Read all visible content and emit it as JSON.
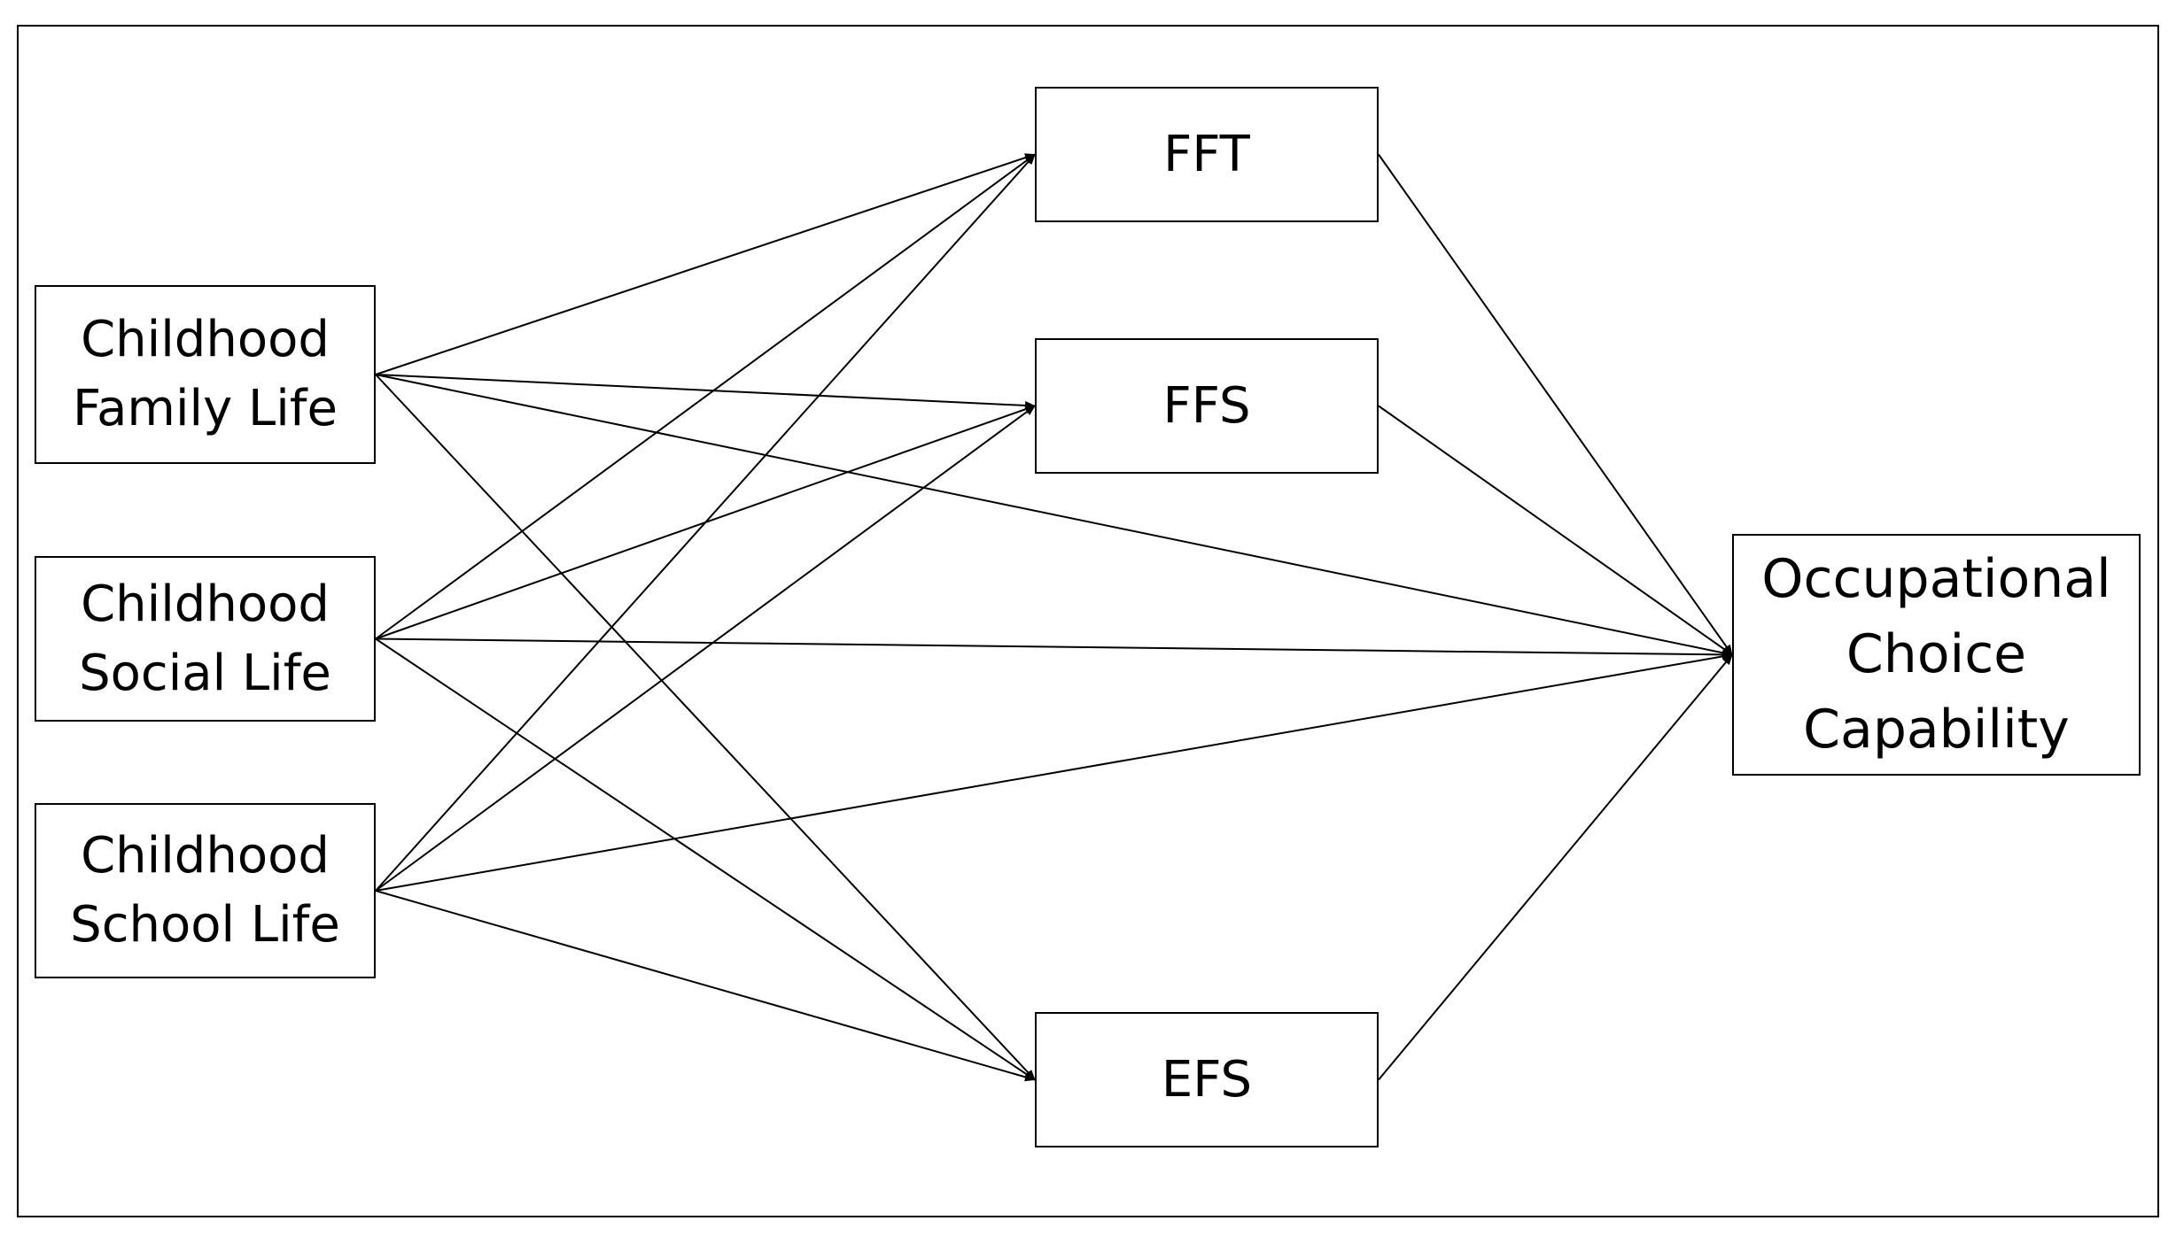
{
  "diagram": {
    "nodes": [
      {
        "id": "cfl",
        "label": "Childhood\nFamily Life"
      },
      {
        "id": "csl",
        "label": "Childhood\nSocial Life"
      },
      {
        "id": "cscl",
        "label": "Childhood\nSchool Life"
      },
      {
        "id": "fft",
        "label": "FFT"
      },
      {
        "id": "ffs",
        "label": "FFS"
      },
      {
        "id": "efs",
        "label": "EFS"
      },
      {
        "id": "occ",
        "label": "Occupational\nChoice\nCapability"
      }
    ],
    "edges": [
      {
        "from": "cfl",
        "to": "fft"
      },
      {
        "from": "cfl",
        "to": "ffs"
      },
      {
        "from": "cfl",
        "to": "occ"
      },
      {
        "from": "cfl",
        "to": "efs"
      },
      {
        "from": "csl",
        "to": "fft"
      },
      {
        "from": "csl",
        "to": "ffs"
      },
      {
        "from": "csl",
        "to": "occ"
      },
      {
        "from": "csl",
        "to": "efs"
      },
      {
        "from": "cscl",
        "to": "fft"
      },
      {
        "from": "cscl",
        "to": "ffs"
      },
      {
        "from": "cscl",
        "to": "occ"
      },
      {
        "from": "cscl",
        "to": "efs"
      },
      {
        "from": "fft",
        "to": "occ"
      },
      {
        "from": "ffs",
        "to": "occ"
      },
      {
        "from": "efs",
        "to": "occ"
      }
    ],
    "colors": {
      "line": "#000000",
      "background": "#ffffff"
    }
  }
}
